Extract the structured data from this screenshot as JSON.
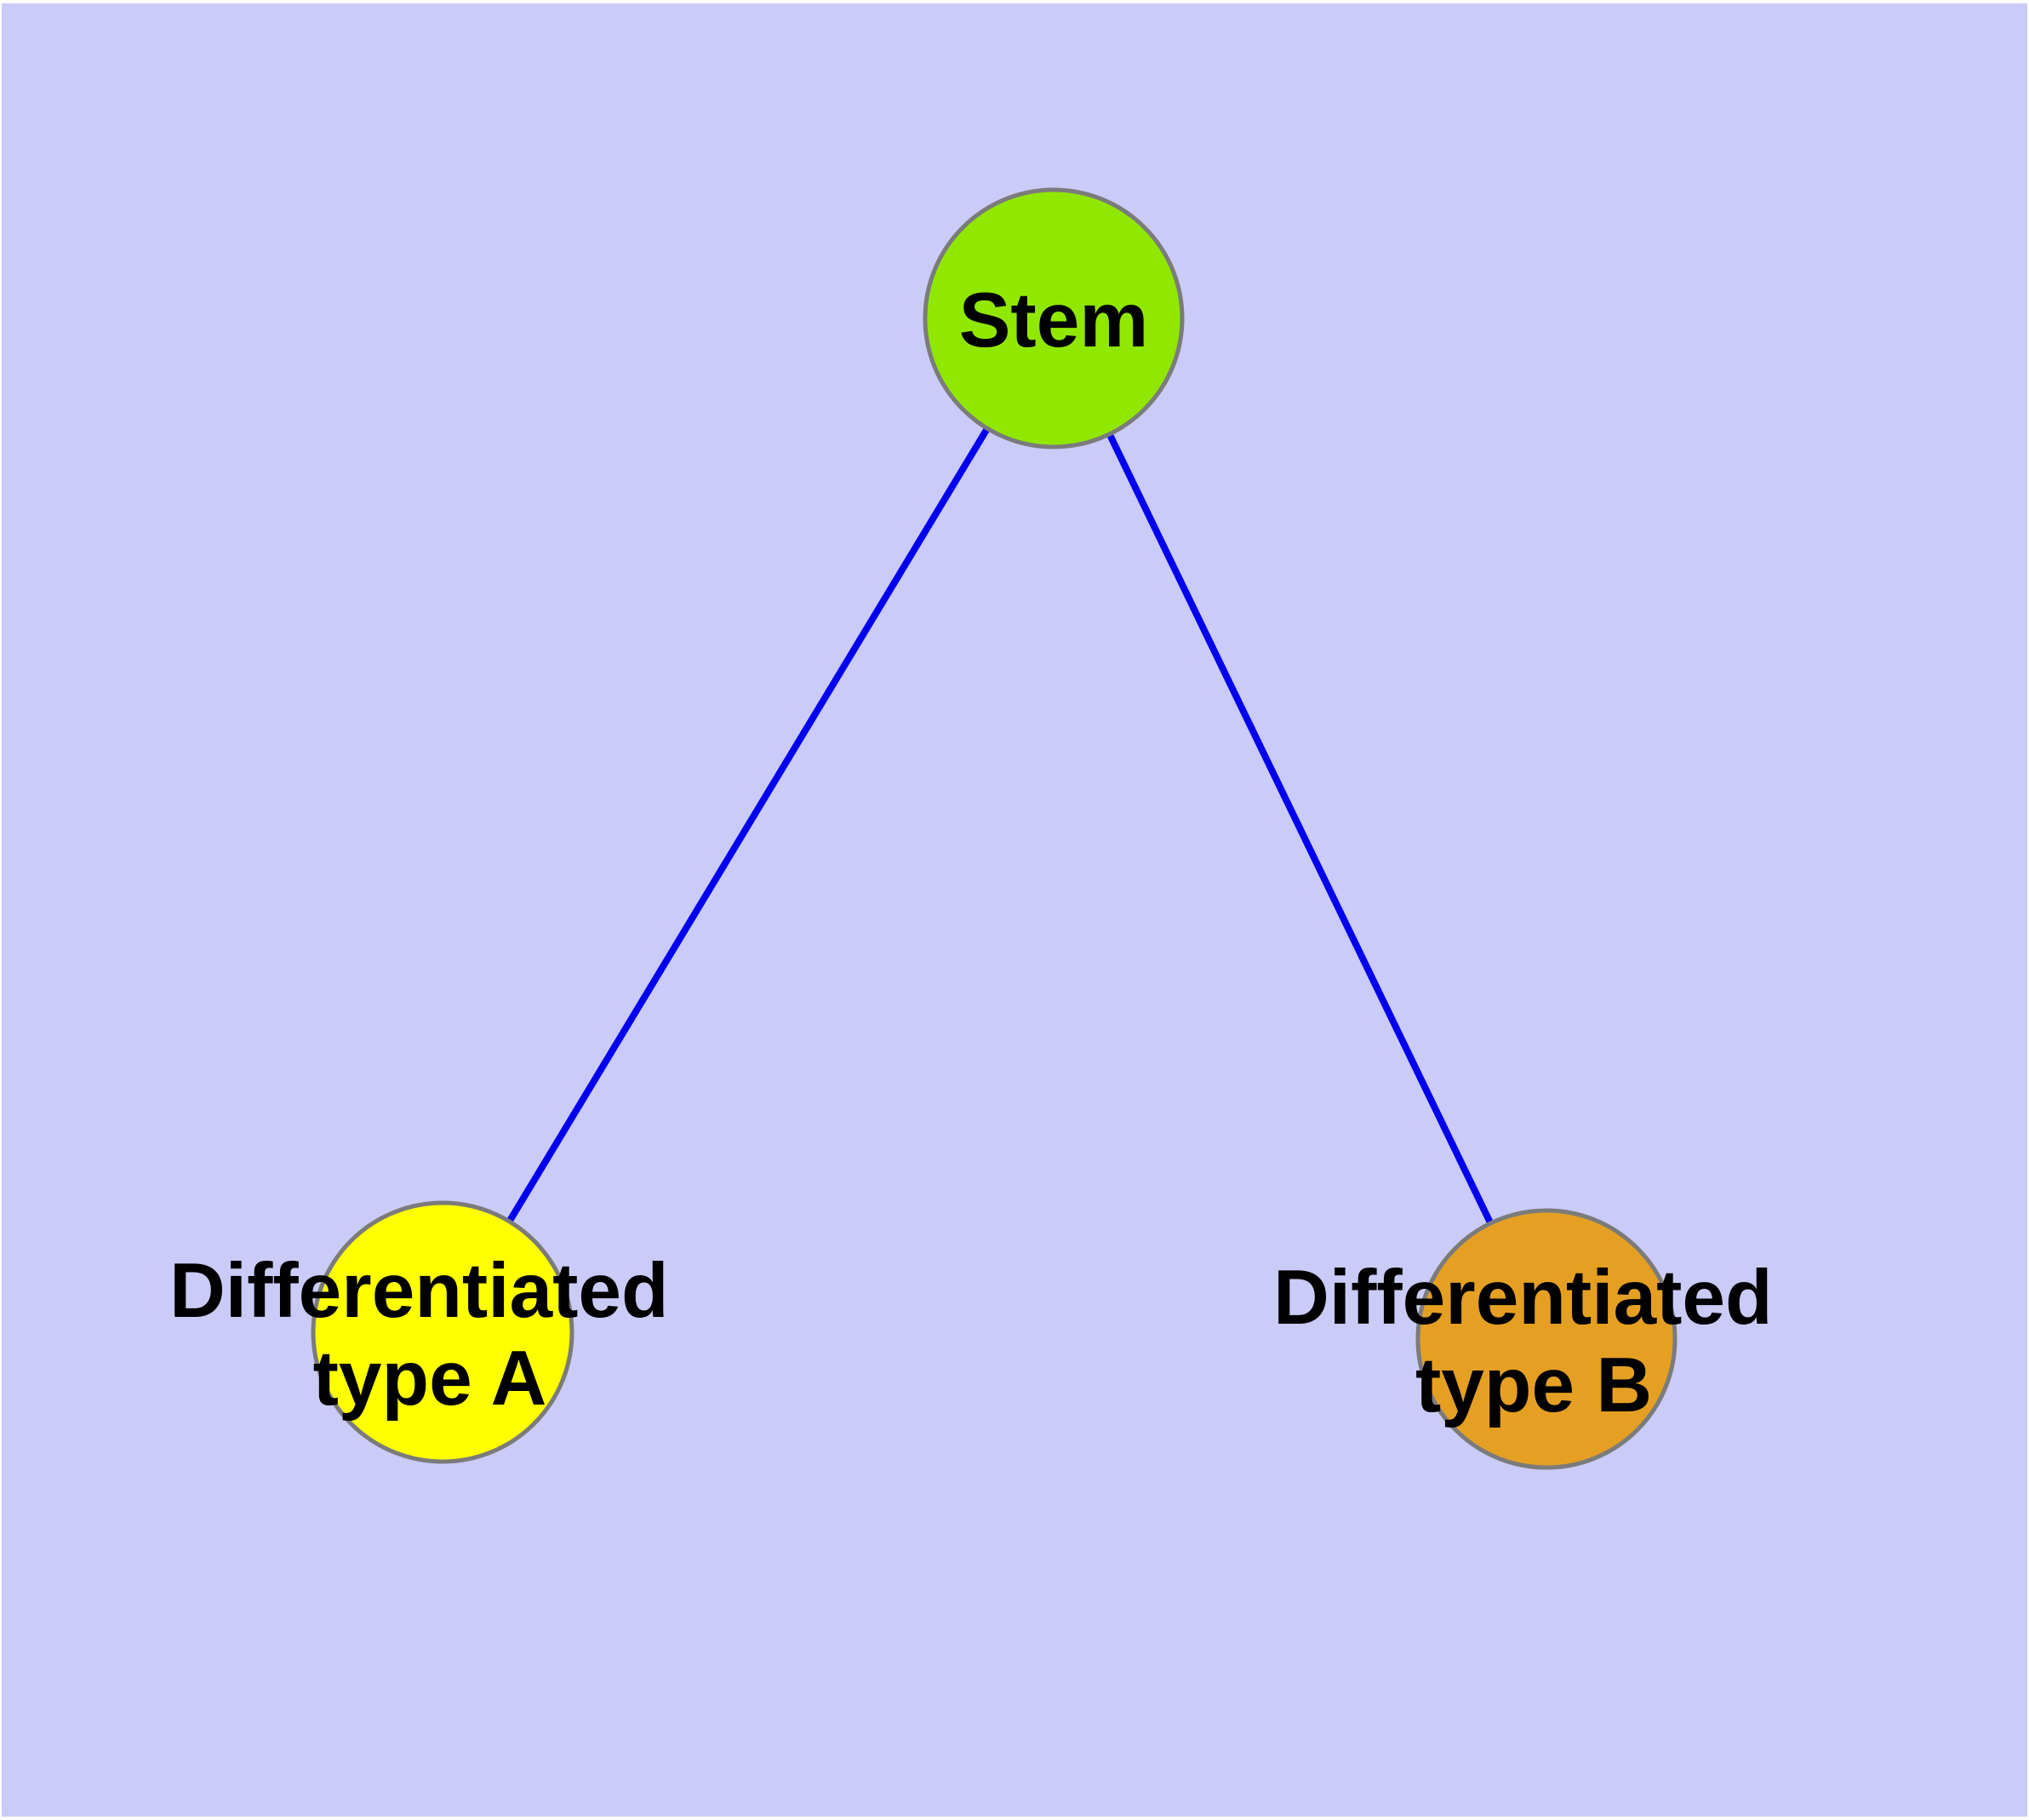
{
  "canvas": {
    "page_background": "#FFFFFF",
    "background": "#CBCBF8"
  },
  "diagram": {
    "type": "graph",
    "text_color": "#000000",
    "node_stroke_color": "#7B7B7B",
    "edge_color": "#0000EE",
    "nodes": [
      {
        "id": "stem",
        "label": "Stem",
        "label_lines": [
          "Stem"
        ],
        "fill": "#90E800"
      },
      {
        "id": "differentiated-type-a",
        "label": "Differentiated type A",
        "label_lines": [
          "Differentiated",
          "type A"
        ],
        "fill": "#FFFF00"
      },
      {
        "id": "differentiated-type-b",
        "label": "Differentiated type B",
        "label_lines": [
          "Differentiated",
          "type B"
        ],
        "fill": "#E5A023"
      }
    ],
    "edges": [
      {
        "id": "stem-to-type-a",
        "from": "stem",
        "to": "differentiated-type-a"
      },
      {
        "id": "stem-to-type-b",
        "from": "stem",
        "to": "differentiated-type-b"
      }
    ]
  }
}
